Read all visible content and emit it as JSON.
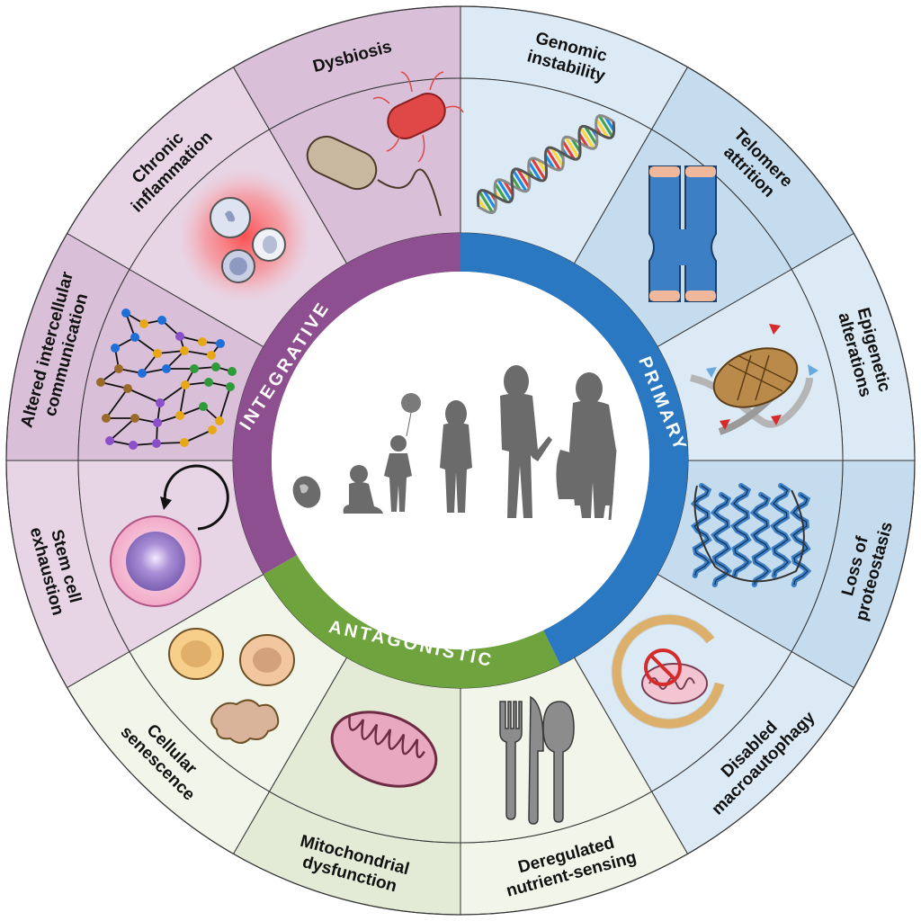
{
  "colors": {
    "integrative": "#8e4f91",
    "primary": "#2b78c2",
    "antagonistic": "#6fa33d",
    "integrative_outer": "#e7d5e6",
    "integrative_inner": "#eadcea",
    "integrative_dark": "#d9bfd8",
    "primary_outer": "#dceaf5",
    "primary_dark": "#c5dcee",
    "antagonistic_outer": "#e3ebd6",
    "antagonistic_light": "#f1f5ea",
    "silhouette": "#6b6b6b",
    "border": "#333333"
  },
  "categories": {
    "integrative": "INTEGRATIVE",
    "primary": "PRIMARY",
    "antagonistic": "ANTAGONISTIC"
  },
  "hallmarks": [
    {
      "id": "genomic",
      "lines": [
        "Genomic",
        "instability"
      ],
      "category": "primary",
      "icon": "dna-icon"
    },
    {
      "id": "telomere",
      "lines": [
        "Telomere",
        "attrition"
      ],
      "category": "primary",
      "icon": "chromosome-icon"
    },
    {
      "id": "epigenetic",
      "lines": [
        "Epigenetic",
        "alterations"
      ],
      "category": "primary",
      "icon": "nucleosome-icon"
    },
    {
      "id": "proteostasis",
      "lines": [
        "Loss of",
        "proteostasis"
      ],
      "category": "primary",
      "icon": "protein-icon"
    },
    {
      "id": "macroautophagy",
      "lines": [
        "Disabled",
        "macroautophagy"
      ],
      "category": "primary",
      "icon": "autophagosome-icon"
    },
    {
      "id": "nutrient",
      "lines": [
        "Deregulated",
        "nutrient-sensing"
      ],
      "category": "antagonistic",
      "icon": "cutlery-icon"
    },
    {
      "id": "mito",
      "lines": [
        "Mitochondrial",
        "dysfunction"
      ],
      "category": "antagonistic",
      "icon": "mitochondrion-icon"
    },
    {
      "id": "senescence",
      "lines": [
        "Cellular",
        "senescence"
      ],
      "category": "antagonistic",
      "icon": "senescent-cells-icon"
    },
    {
      "id": "stemcell",
      "lines": [
        "Stem cell",
        "exhaustion"
      ],
      "category": "integrative",
      "icon": "stem-cell-icon"
    },
    {
      "id": "communication",
      "lines": [
        "Altered intercellular",
        "communication"
      ],
      "category": "integrative",
      "icon": "network-icon"
    },
    {
      "id": "inflammation",
      "lines": [
        "Chronic",
        "inflammation"
      ],
      "category": "integrative",
      "icon": "immune-cells-icon"
    },
    {
      "id": "dysbiosis",
      "lines": [
        "Dysbiosis"
      ],
      "category": "integrative",
      "icon": "bacteria-icon"
    }
  ],
  "center": {
    "stages": [
      "embryo",
      "baby",
      "child",
      "teen",
      "adult",
      "elderly"
    ]
  }
}
